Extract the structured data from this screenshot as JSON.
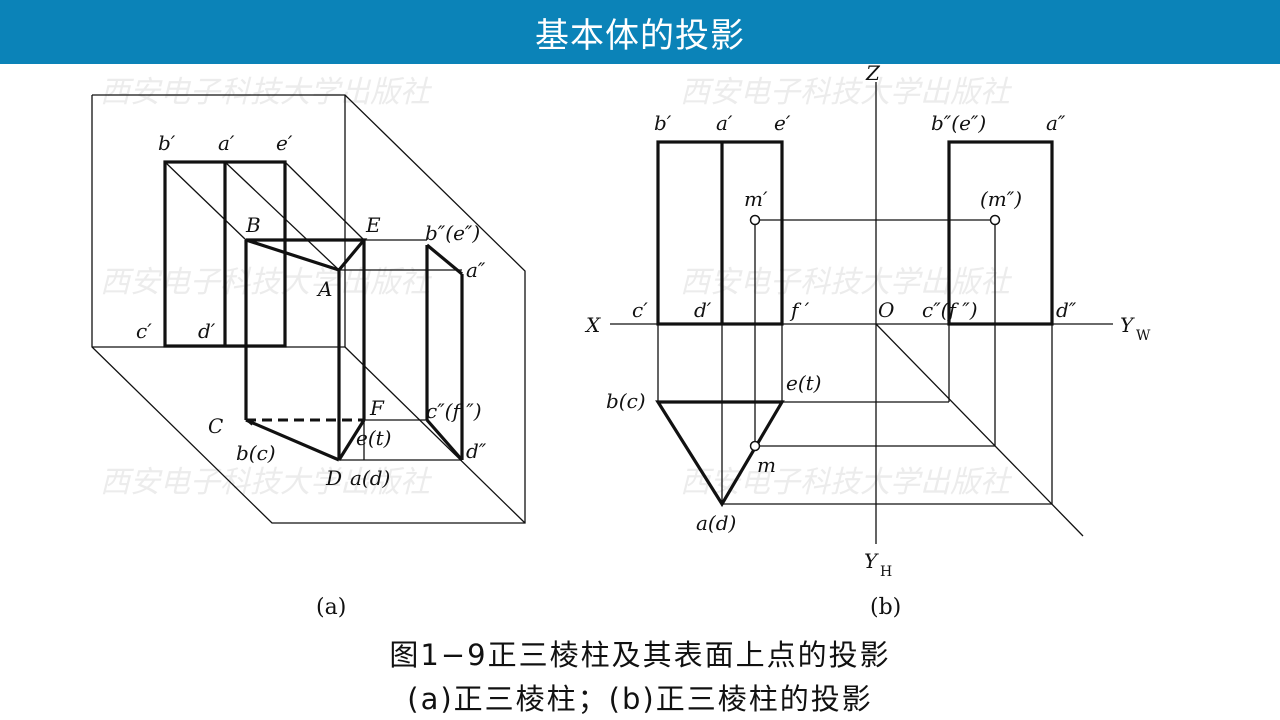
{
  "header": {
    "title": "基本体的投影"
  },
  "figure_a": {
    "labels": {
      "b1": "b′",
      "a1": "a′",
      "e1": "e′",
      "B": "B",
      "E": "E",
      "be2": "b″(e″)",
      "a2": "a″",
      "A": "A",
      "c1": "c′",
      "d1": "d′",
      "F": "F",
      "C": "C",
      "cf2": "c″(f ″)",
      "et": "e(t)",
      "bc": "b(c)",
      "d2": "d″",
      "D": "D",
      "ad": "a(d)"
    },
    "caption": "(a)"
  },
  "figure_b": {
    "labels": {
      "Z": "Z",
      "b1": "b′",
      "a1": "a′",
      "e1": "e′",
      "be2": "b″(e″)",
      "a2": "a″",
      "m1": "m′",
      "m2": "(m″)",
      "X": "X",
      "c1": "c′",
      "d1": "d′",
      "f1": "f ′",
      "O": "O",
      "cf2": "c″(f ″)",
      "d2": "d″",
      "YW": "Y",
      "YWsub": "W",
      "bc": "b(c)",
      "et": "e(t)",
      "m": "m",
      "ad": "a(d)",
      "YH": "Y",
      "YHsub": "H"
    },
    "caption": "(b)"
  },
  "watermark": "西安电子科技大学出版社",
  "caption": {
    "line1": "图1−9正三棱柱及其表面上点的投影",
    "line2": "(a)正三棱柱；(b)正三棱柱的投影"
  }
}
